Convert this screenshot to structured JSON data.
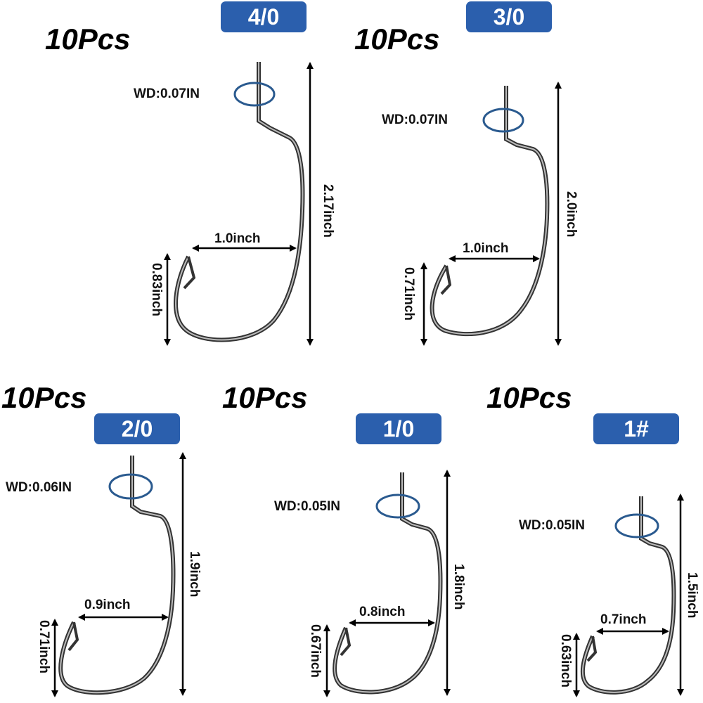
{
  "hooks": [
    {
      "quantity": "10Pcs",
      "size": "4/0",
      "wire_diameter": "WD:0.07IN",
      "length": "2.17inch",
      "gap": "1.0inch",
      "bend": "0.83inch"
    },
    {
      "quantity": "10Pcs",
      "size": "3/0",
      "wire_diameter": "WD:0.07IN",
      "length": "2.0inch",
      "gap": "1.0inch",
      "bend": "0.71inch"
    },
    {
      "quantity": "10Pcs",
      "size": "2/0",
      "wire_diameter": "WD:0.06IN",
      "length": "1.9inch",
      "gap": "0.9inch",
      "bend": "0.71inch"
    },
    {
      "quantity": "10Pcs",
      "size": "1/0",
      "wire_diameter": "WD:0.05IN",
      "length": "1.8inch",
      "gap": "0.8inch",
      "bend": "0.67inch"
    },
    {
      "quantity": "10Pcs",
      "size": "1#",
      "wire_diameter": "WD:0.05IN",
      "length": "1.5inch",
      "gap": "0.7inch",
      "bend": "0.63inch"
    }
  ],
  "colors": {
    "badge": "#2b5fad",
    "ring": "#2a5a8f",
    "hook": "#3a3a3a",
    "arrow": "#000000"
  }
}
